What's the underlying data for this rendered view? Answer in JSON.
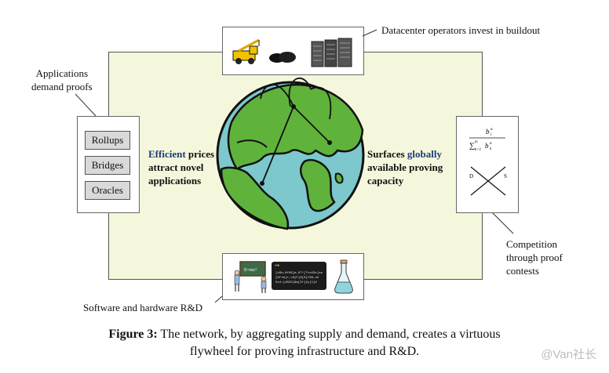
{
  "callouts": {
    "top": "Datacenter operators invest in buildout",
    "applications": [
      "Applications",
      "demand proofs"
    ],
    "competition": [
      "Competition",
      "through proof",
      "contests"
    ],
    "software": "Software and hardware R&D"
  },
  "apps": [
    "Rollups",
    "Bridges",
    "Oracles"
  ],
  "left_text": {
    "accent": "Efficient",
    "rest_first": " prices",
    "line2": "attract novel",
    "line3": "applications"
  },
  "right_text": {
    "prefix": "Surfaces ",
    "accent": "globally",
    "line2": "available proving",
    "line3": "capacity"
  },
  "formula": {
    "numerator": "b",
    "num_sub": "i",
    "num_sup": "α",
    "denom_sum": "∑",
    "denom_lower": "k=1",
    "denom_upper": "m",
    "denom_b": "b",
    "denom_sub": "k",
    "denom_sup": "α",
    "d_label": "D",
    "s_label": "S"
  },
  "classroom": {
    "board_text": "E=mc²"
  },
  "terminal": {
    "lines": [
      "[x0b,0f09]e,07*[7re23z]xe",
      "[0f+m]r,r9[F]0[S]f9S,d4",
      "5x4:[4832]9w[3+]2y[1]2"
    ]
  },
  "caption": {
    "label": "Figure 3:",
    "line1": " The network, by aggregating supply and demand, creates a virtuous",
    "line2": "flywheel for proving infrastructure and R&D."
  },
  "watermark": "@Van社长",
  "colors": {
    "background_panel": "#f4f7dc",
    "land": "#5fb33b",
    "ocean": "#7cc8cc",
    "accent": "#1f3b7a",
    "chip": "#d9d9d9",
    "crane": "#f2c200",
    "terminal": "#1b1b1b"
  }
}
